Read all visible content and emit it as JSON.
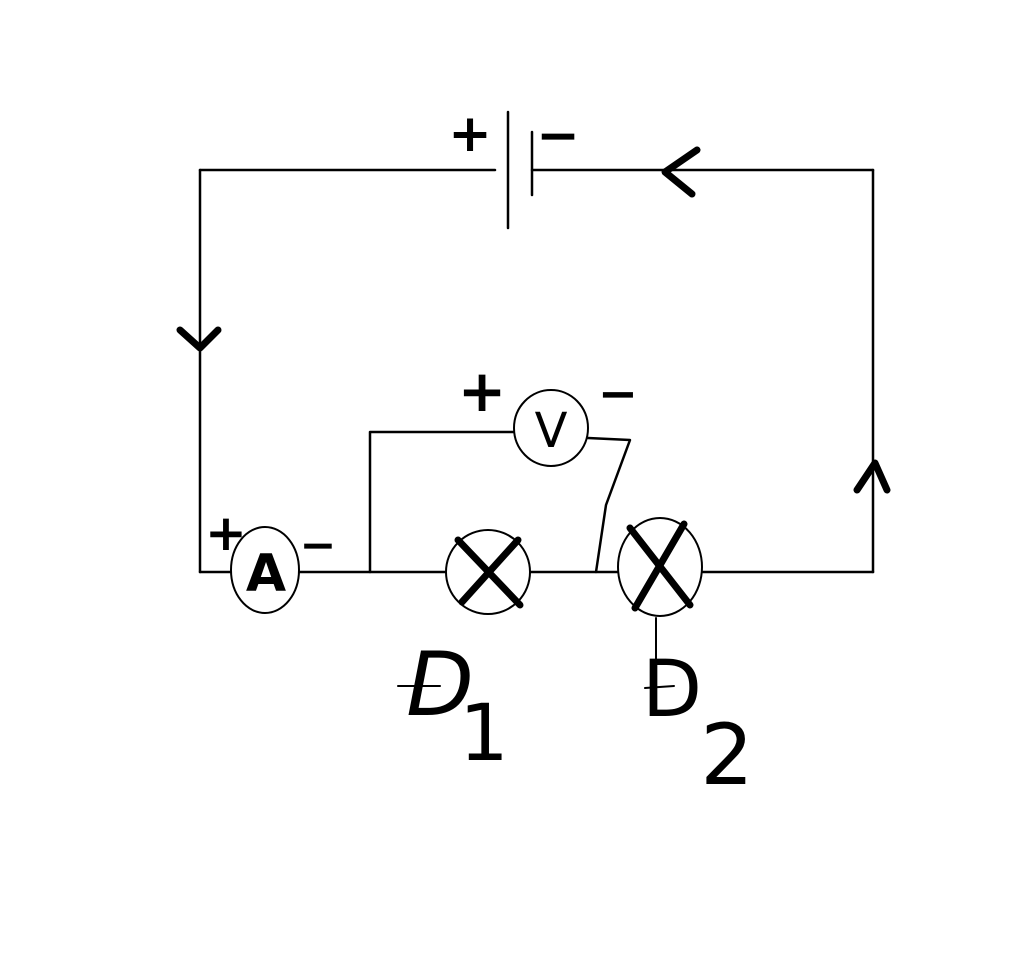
{
  "battery": {
    "positive": "+",
    "negative": "−"
  },
  "voltmeter": {
    "letter": "V",
    "positive": "+",
    "negative": "−"
  },
  "ammeter": {
    "letter": "A",
    "positive": "+",
    "negative": "−"
  },
  "lamps": [
    {
      "letter": "D",
      "subscript": "1"
    },
    {
      "letter": "D",
      "subscript": "2"
    }
  ]
}
